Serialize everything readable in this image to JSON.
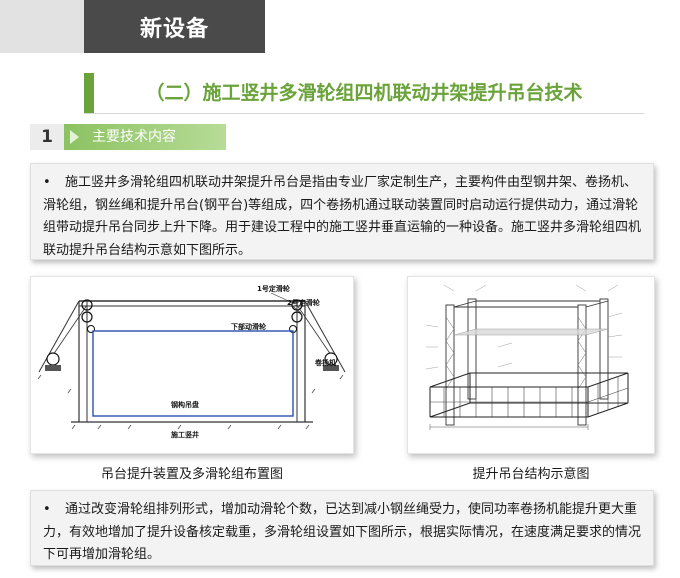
{
  "header": {
    "tag": "新设备"
  },
  "section": {
    "title": "（二）施工竖井多滑轮组四机联动井架提升吊台技术"
  },
  "subsection": {
    "number": "1",
    "title": "主要技术内容"
  },
  "paragraph1": {
    "bullet": "•",
    "text": "施工竖井多滑轮组四机联动井架提升吊台是指由专业厂家定制生产，主要构件由型钢井架、卷扬机、滑轮组，钢丝绳和提升吊台(钢平台)等组成，四个卷扬机通过联动装置同时启动运行提供动力，通过滑轮组带动提升吊台同步上升下降。用于建设工程中的施工竖井垂直运输的一种设备。施工竖井多滑轮组四机联动提升吊台结构示意如下图所示。"
  },
  "figure1": {
    "caption": "吊台提升装置及多滑轮组布置图",
    "labels": {
      "pulley1": "1号定滑轮",
      "pulley2": "2号定滑轮",
      "lower_pulley": "下部动滑轮",
      "winch": "卷扬机",
      "platform": "钢构吊盘",
      "shaft": "施工竖井"
    }
  },
  "figure2": {
    "caption": "提升吊台结构示意图"
  },
  "paragraph2": {
    "bullet": "•",
    "text": "通过改变滑轮组排列形式，增加动滑轮个数，已达到减小钢丝绳受力，使同功率卷扬机能提升更大重力，有效地增加了提升设备核定载重，多滑轮组设置如下图所示，根据实际情况，在速度满足要求的情况下可再增加滑轮组。"
  },
  "colors": {
    "accent_green": "#6aa33a",
    "header_dark": "#4a4a4a",
    "header_light": "#e2e2e2"
  }
}
